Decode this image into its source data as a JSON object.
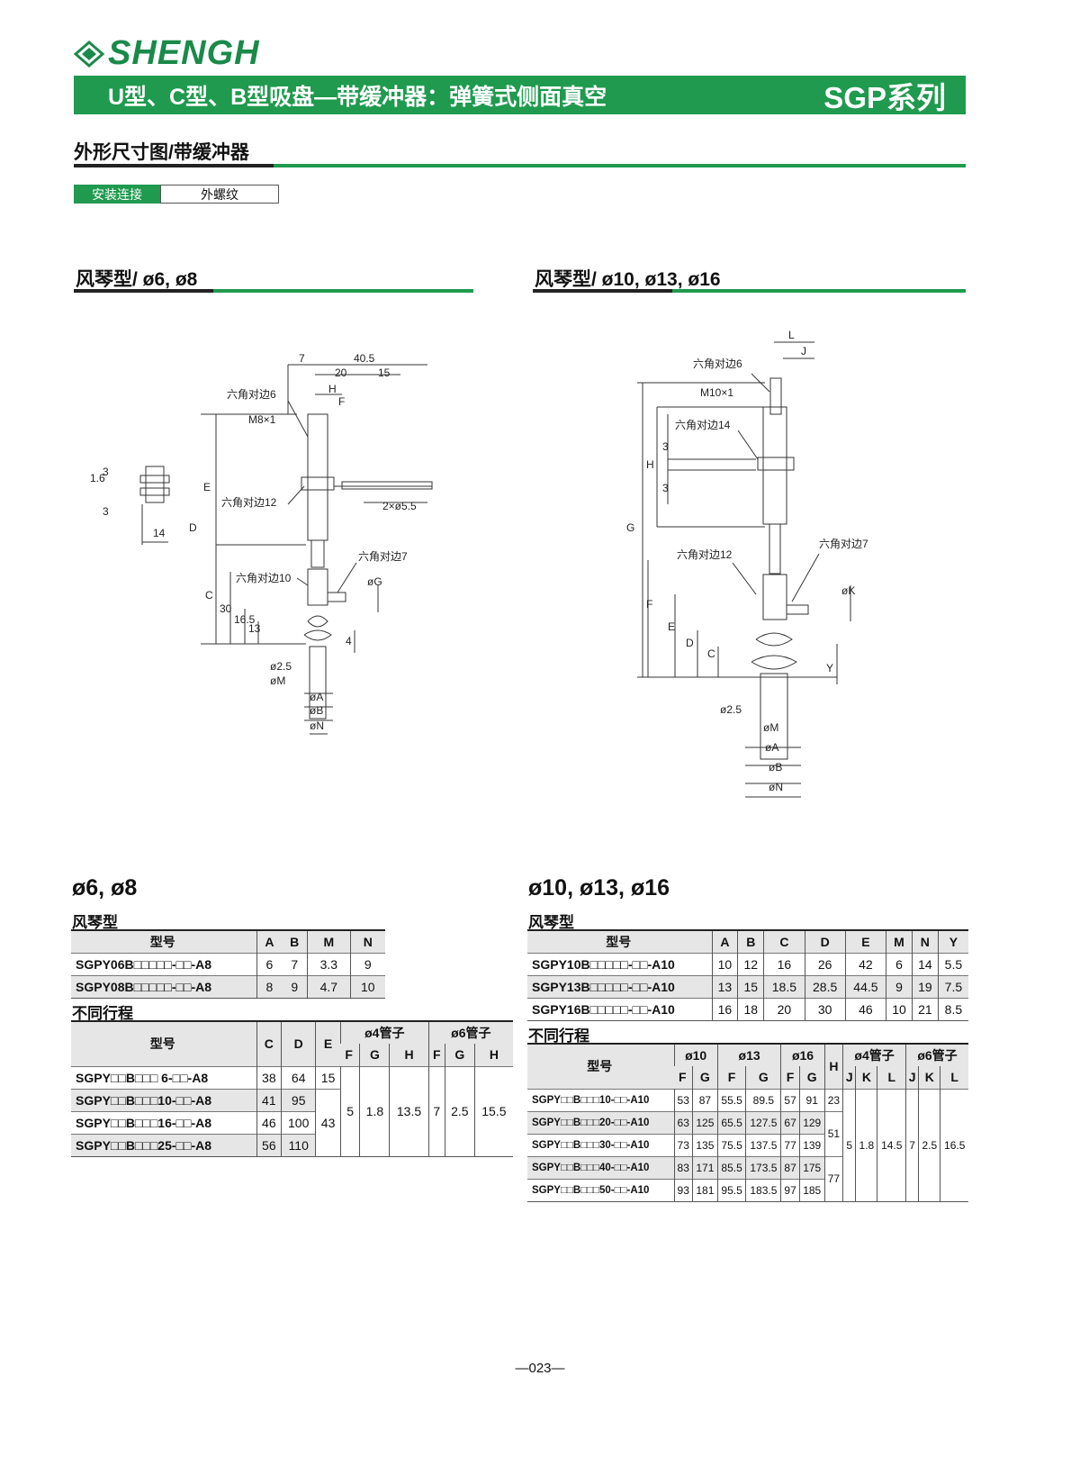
{
  "brand": {
    "name": "SHENGH"
  },
  "banner": {
    "title": "U型、C型、B型吸盘—带缓冲器：弹簧式侧面真空",
    "series": "SGP系列"
  },
  "section": {
    "title": "外形尺寸图/带缓冲器",
    "install_label": "安装连接",
    "install_value": "外螺纹"
  },
  "drawings": {
    "left": {
      "title": "风琴型/ ø6, ø8",
      "labels": {
        "d7": "7",
        "d40": "40.5",
        "d20": "20",
        "d15": "15",
        "h": "H",
        "f": "F",
        "hex6": "六角对边6",
        "thread": "M8×1",
        "e": "E",
        "d": "D",
        "hex12": "六角对边12",
        "holes": "2×ø5.5",
        "d16": "1.6",
        "d3a": "3",
        "d3b": "3",
        "d14": "14",
        "hex7": "六角对边7",
        "hex10": "六角对边10",
        "g": "øG",
        "c": "C",
        "d30": "30",
        "d165": "16.5",
        "d13": "13",
        "d4": "4",
        "d25": "ø2.5",
        "m": "øM",
        "a": "øA",
        "b": "øB",
        "n": "øN"
      }
    },
    "right": {
      "title": "风琴型/ ø10, ø13, ø16",
      "labels": {
        "l": "L",
        "j": "J",
        "hex6": "六角对边6",
        "thread": "M10×1",
        "hex14": "六角对边14",
        "d3a": "3",
        "h": "H",
        "d3b": "3",
        "g": "G",
        "hex7": "六角对边7",
        "hex12": "六角对边12",
        "k": "øK",
        "f": "F",
        "e": "E",
        "d": "D",
        "c": "C",
        "y": "Y",
        "d25": "ø2.5",
        "m": "øM",
        "a": "øA",
        "b": "øB",
        "n": "øN"
      }
    }
  },
  "left_tables": {
    "heading": "ø6, ø8",
    "type_label": "风琴型",
    "stroke_label": "不同行程",
    "t1": {
      "headers": [
        "型号",
        "A",
        "B",
        "M",
        "N"
      ],
      "rows": [
        [
          "SGPY06B□□□□□-□□-A8",
          "6",
          "7",
          "3.3",
          "9"
        ],
        [
          "SGPY08B□□□□□-□□-A8",
          "8",
          "9",
          "4.7",
          "10"
        ]
      ]
    },
    "t2": {
      "model": "型号",
      "c": "C",
      "d": "D",
      "e": "E",
      "tube4": "ø4管子",
      "tube6": "ø6管子",
      "f": "F",
      "g": "G",
      "h": "H",
      "rows": [
        [
          "SGPY□□B□□□ 6-□□-A8",
          "38",
          "64"
        ],
        [
          "SGPY□□B□□□10-□□-A8",
          "41",
          "95"
        ],
        [
          "SGPY□□B□□□16-□□-A8",
          "46",
          "100"
        ],
        [
          "SGPY□□B□□□25-□□-A8",
          "56",
          "110"
        ]
      ],
      "e_first": "15",
      "e_rest": "43",
      "t4": [
        "5",
        "1.8",
        "13.5"
      ],
      "t6": [
        "7",
        "2.5",
        "15.5"
      ]
    }
  },
  "right_tables": {
    "heading": "ø10, ø13, ø16",
    "type_label": "风琴型",
    "stroke_label": "不同行程",
    "t1": {
      "headers": [
        "型号",
        "A",
        "B",
        "C",
        "D",
        "E",
        "M",
        "N",
        "Y"
      ],
      "rows": [
        [
          "SGPY10B□□□□□-□□-A10",
          "10",
          "12",
          "16",
          "26",
          "42",
          "6",
          "14",
          "5.5"
        ],
        [
          "SGPY13B□□□□□-□□-A10",
          "13",
          "15",
          "18.5",
          "28.5",
          "44.5",
          "9",
          "19",
          "7.5"
        ],
        [
          "SGPY16B□□□□□-□□-A10",
          "16",
          "18",
          "20",
          "30",
          "46",
          "10",
          "21",
          "8.5"
        ]
      ]
    },
    "t2": {
      "model": "型号",
      "d10": "ø10",
      "d13": "ø13",
      "d16": "ø16",
      "h": "H",
      "tube4": "ø4管子",
      "tube6": "ø6管子",
      "f": "F",
      "g": "G",
      "j": "J",
      "k": "K",
      "l": "L",
      "rows": [
        [
          "SGPY□□B□□□10-□□-A10",
          "53",
          "87",
          "55.5",
          "89.5",
          "57",
          "91"
        ],
        [
          "SGPY□□B□□□20-□□-A10",
          "63",
          "125",
          "65.5",
          "127.5",
          "67",
          "129"
        ],
        [
          "SGPY□□B□□□30-□□-A10",
          "73",
          "135",
          "75.5",
          "137.5",
          "77",
          "139"
        ],
        [
          "SGPY□□B□□□40-□□-A10",
          "83",
          "171",
          "85.5",
          "173.5",
          "87",
          "175"
        ],
        [
          "SGPY□□B□□□50-□□-A10",
          "93",
          "181",
          "95.5",
          "183.5",
          "97",
          "185"
        ]
      ],
      "h_vals": [
        "23",
        "51",
        "77"
      ],
      "t4": [
        "5",
        "1.8",
        "14.5"
      ],
      "t6": [
        "7",
        "2.5",
        "16.5"
      ]
    }
  },
  "page_number": "—023—"
}
